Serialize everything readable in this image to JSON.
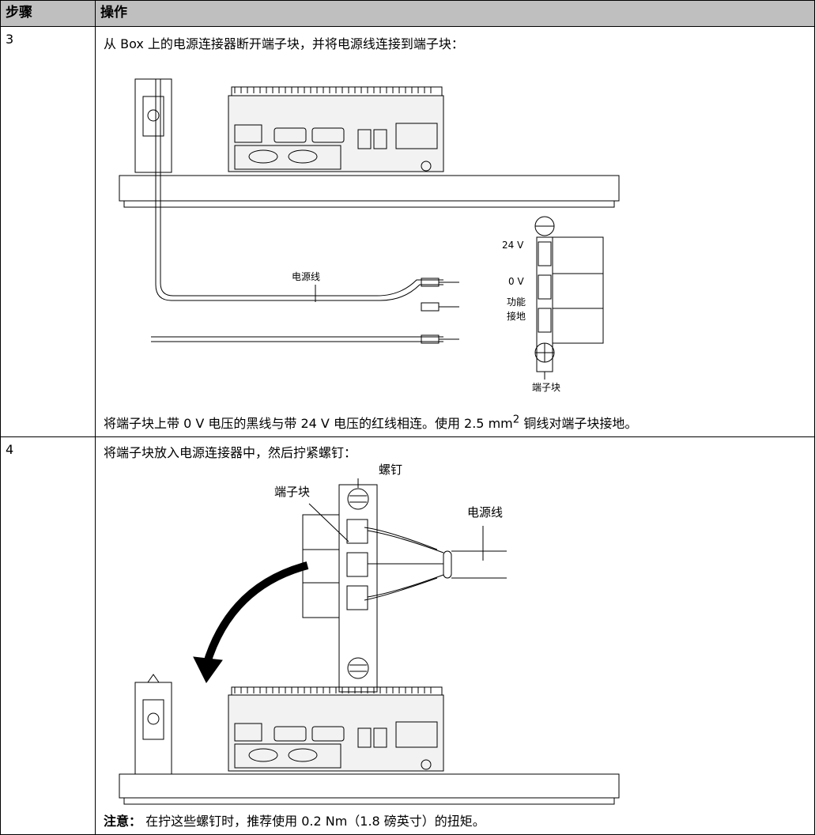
{
  "header": {
    "step": "步骤",
    "action": "操作"
  },
  "row3": {
    "step": "3",
    "instruction": "从 Box 上的电源连接器断开端子块，并将电源线连接到端子块：",
    "labels": {
      "cable": "电源线",
      "v24": "24 V",
      "v0": "0 V",
      "fg1": "功能",
      "fg2": "接地",
      "terminal_block": "端子块"
    },
    "note_before": "将端子块上带 0 V 电压的黑线与带 24 V 电压的红线相连。使用 2.5 mm",
    "note_sup": "2",
    "note_after": " 铜线对端子块接地。"
  },
  "row4": {
    "step": "4",
    "instruction": "将端子块放入电源连接器中，然后拧紧螺钉：",
    "labels": {
      "screw": "螺钉",
      "terminal_block": "端子块",
      "cable": "电源线"
    },
    "note_label": "注意：",
    "note_text": " 在拧这些螺钉时，推荐使用 0.2 Nm（1.8 磅英寸）的扭矩。"
  },
  "colors": {
    "header_bg": "#bfbfbf",
    "line": "#000000",
    "device_fill": "#f2f2f2"
  }
}
